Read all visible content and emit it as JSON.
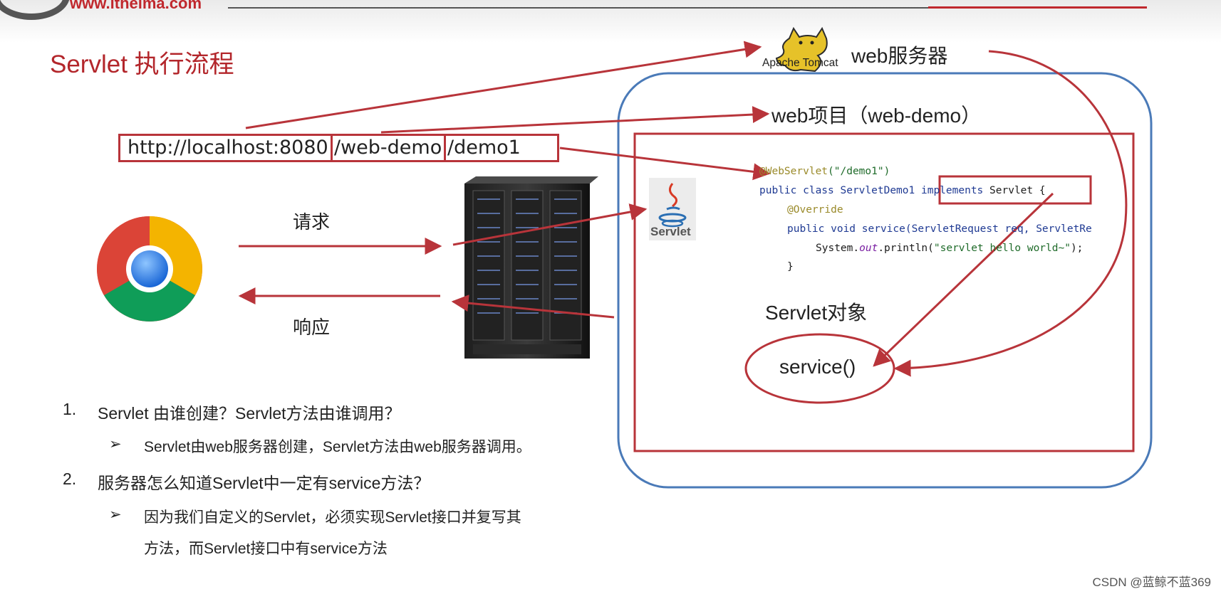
{
  "header": {
    "site": "www.itheima.com"
  },
  "title": "Servlet 执行流程",
  "tomcat": {
    "logo_caption": "Apache Tomcat",
    "label": "web服务器"
  },
  "project_label": "web项目（web-demo）",
  "url": {
    "host": "http://localhost:8080",
    "project": "/web-demo",
    "path": "/demo1"
  },
  "flow": {
    "request": "请求",
    "response": "响应"
  },
  "servlet_icon_label": "Servlet",
  "code": {
    "annotation": "@WebServlet",
    "annotation_arg": "(\"/demo1\")",
    "line2_a": "public class ServletDemo1 ",
    "line2_b": "implements",
    "line2_c": " Servlet {",
    "override": "@Override",
    "line4_a": "public void service(ServletRequest req, ServletRe",
    "line5_a": "System.",
    "line5_b": "out",
    "line5_c": ".println(",
    "line5_d": "\"servlet hello world~\"",
    "line5_e": ");",
    "line6": "}"
  },
  "servlet_object_label": "Servlet对象",
  "service_label": "service()",
  "qa": [
    {
      "num": "1.",
      "question": "Servlet 由谁创建？Servlet方法由谁调用？",
      "answer": [
        "Servlet由web服务器创建，Servlet方法由web服务器调用。"
      ]
    },
    {
      "num": "2.",
      "question": "服务器怎么知道Servlet中一定有service方法？",
      "answer": [
        "因为我们自定义的Servlet，必须实现Servlet接口并复写其",
        "方法，而Servlet接口中有service方法"
      ]
    }
  ],
  "bullet_symbol": "➢",
  "watermark": "CSDN @蓝鲸不蓝369",
  "colors": {
    "accent_red": "#b8343a",
    "blue_frame": "#4a7ab8"
  }
}
